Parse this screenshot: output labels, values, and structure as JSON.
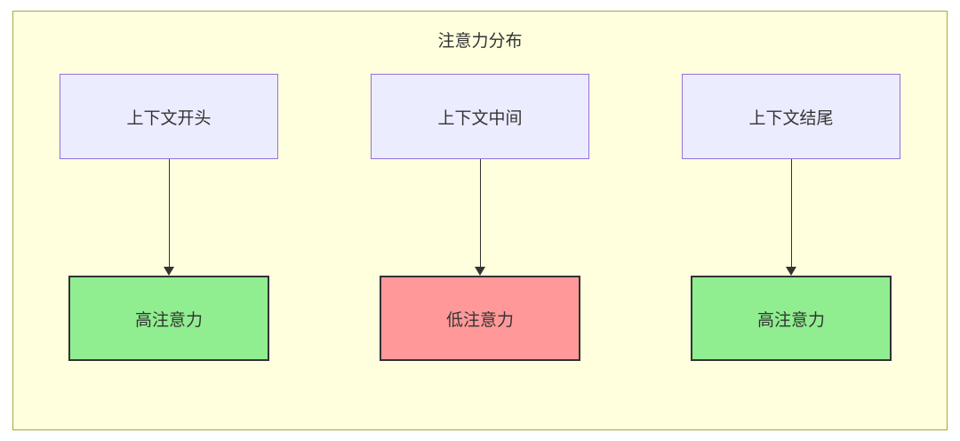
{
  "diagram": {
    "title": "注意力分布",
    "columns": [
      {
        "source": "上下文开头",
        "target": "高注意力",
        "level": "high"
      },
      {
        "source": "上下文中间",
        "target": "低注意力",
        "level": "low"
      },
      {
        "source": "上下文结尾",
        "target": "高注意力",
        "level": "high"
      }
    ],
    "colors": {
      "canvas_bg": "#ffffde",
      "canvas_border": "#aaaa33",
      "source_fill": "#ececff",
      "source_border": "#9370db",
      "high_fill": "#90ee90",
      "low_fill": "#ff9999",
      "node_border": "#333333",
      "arrow": "#333333"
    }
  }
}
